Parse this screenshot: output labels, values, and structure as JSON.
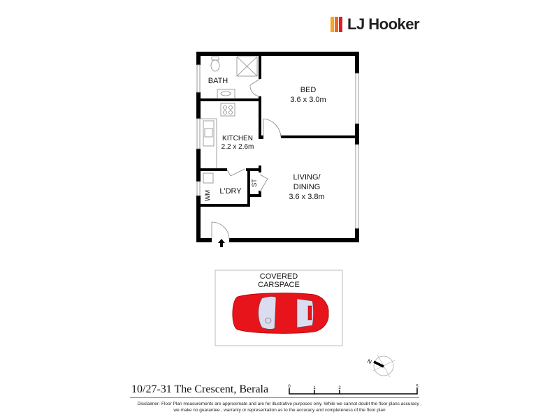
{
  "brand": {
    "name": "LJ Hooker",
    "bar_colors": [
      "#f7a81b",
      "#f26522",
      "#e31b23"
    ]
  },
  "rooms": {
    "bath": {
      "name": "BATH"
    },
    "bed": {
      "name": "BED",
      "size": "3.6 x 3.0m"
    },
    "kitchen": {
      "name": "KITCHEN",
      "size": "2.2 x 2.6m"
    },
    "laundry": {
      "name": "L'DRY"
    },
    "storage": {
      "name": "ST"
    },
    "washing_machine": {
      "name": "WM"
    },
    "living": {
      "name_line1": "LIVING/",
      "name_line2": "DINING",
      "size": "3.6 x 3.8m"
    }
  },
  "carspace": {
    "line1": "COVERED",
    "line2": "CARSPACE",
    "car_color": "#e8141b"
  },
  "compass": {
    "label": "N"
  },
  "scale_bar": {
    "ticks": [
      "0",
      "1",
      "2",
      "5"
    ]
  },
  "address": "10/27-31 The Crescent, Berala",
  "disclaimer": {
    "line1": "Disclaimer- Floor Plan measurements are approximate and are for illustrative purposes only. While we cannot doubt the floor plans accuracy ,",
    "line2": "we make no guarantee , warranty or representation as to the accuracy and completeness of the floor plan"
  }
}
